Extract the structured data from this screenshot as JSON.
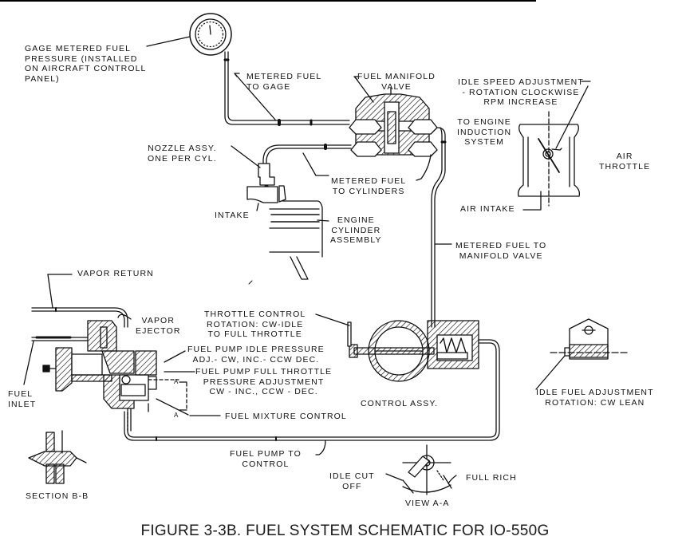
{
  "figure": {
    "caption": "FIGURE 3-3B. FUEL SYSTEM SCHEMATIC FOR IO-550G"
  },
  "labels": {
    "gage": "GAGE METERED FUEL\nPRESSURE (INSTALLED\nON AIRCRAFT CONTROLL\nPANEL)",
    "metered_fuel_to_gage": "METERED FUEL\nTO GAGE",
    "fuel_manifold_valve": "FUEL MANIFOLD\nVALVE",
    "idle_speed_adjustment": "IDLE SPEED ADJUSTMENT\n- ROTATION CLOCKWISE\nRPM INCREASE",
    "to_engine_induction": "TO ENGINE\nINDUCTION\nSYSTEM",
    "air_throttle": "AIR\nTHROTTLE",
    "air_intake": "AIR INTAKE",
    "nozzle_assy": "NOZZLE ASSY.\nONE PER CYL.",
    "metered_fuel_to_cylinders": "METERED FUEL\nTO CYLINDERS",
    "intake": "INTAKE",
    "engine_cylinder_assembly": "ENGINE\nCYLINDER\nASSEMBLY",
    "metered_fuel_to_manifold_valve": "METERED FUEL TO\nMANIFOLD VALVE",
    "vapor_return": "VAPOR RETURN",
    "vapor_ejector": "VAPOR\nEJECTOR",
    "throttle_control": "THROTTLE CONTROL\nROTATION: CW-IDLE\nTO FULL THROTTLE",
    "fuel_pump_idle_pressure": "FUEL PUMP IDLE PRESSURE\nADJ.- CW, INC.- CCW DEC.",
    "fuel_pump_full_throttle": "FUEL PUMP FULL THROTTLE\nPRESSURE ADJUSTMENT\nCW - INC., CCW - DEC.",
    "fuel_inlet": "FUEL\nINLET",
    "fuel_mixture_control": "FUEL MIXTURE CONTROL",
    "control_assy": "CONTROL ASSY.",
    "idle_fuel_adjustment": "IDLE FUEL ADJUSTMENT\nROTATION: CW LEAN",
    "fuel_pump_to_control": "FUEL PUMP TO\nCONTROL",
    "idle_cut_off": "IDLE CUT\nOFF",
    "full_rich": "FULL RICH",
    "view_a_a": "VIEW A-A",
    "section_b_b": "SECTION B-B",
    "section_marker_a": "A"
  },
  "colors": {
    "ink": "#111111",
    "paper": "#ffffff"
  }
}
